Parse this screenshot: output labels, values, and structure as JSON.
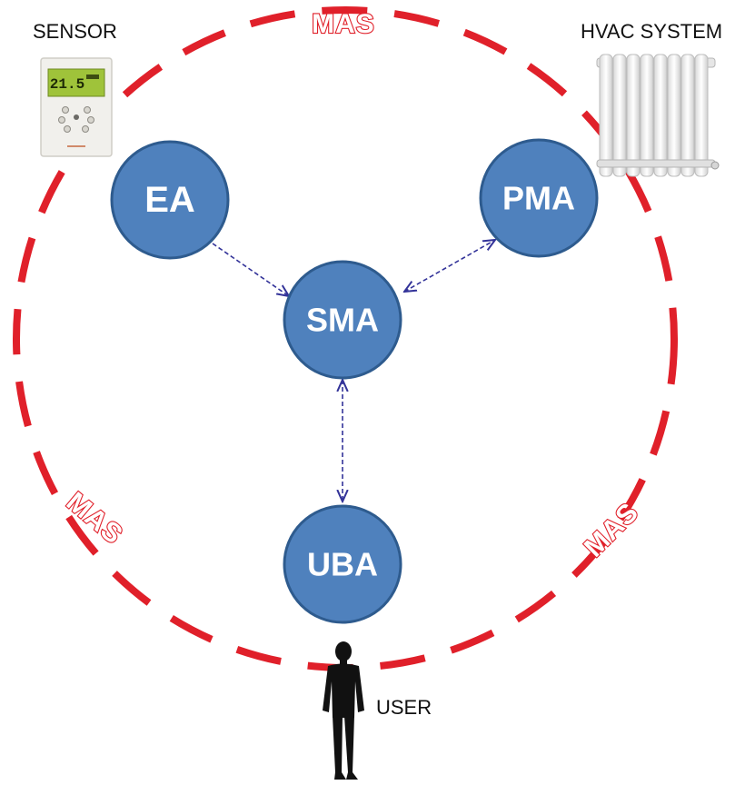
{
  "labels": {
    "sensor": "SENSOR",
    "hvac": "HVAC  SYSTEM",
    "user": "USER",
    "mas_top": "MAS",
    "mas_left": "MAS",
    "mas_right": "MAS"
  },
  "nodes": {
    "ea": "EA",
    "pma": "PMA",
    "sma": "SMA",
    "uba": "UBA"
  },
  "sensor_display": {
    "reading": "21.5"
  },
  "colors": {
    "node_fill": "#4f81bd",
    "node_stroke": "#2e5b8e",
    "boundary": "#e0202a",
    "arrow": "#333399"
  }
}
